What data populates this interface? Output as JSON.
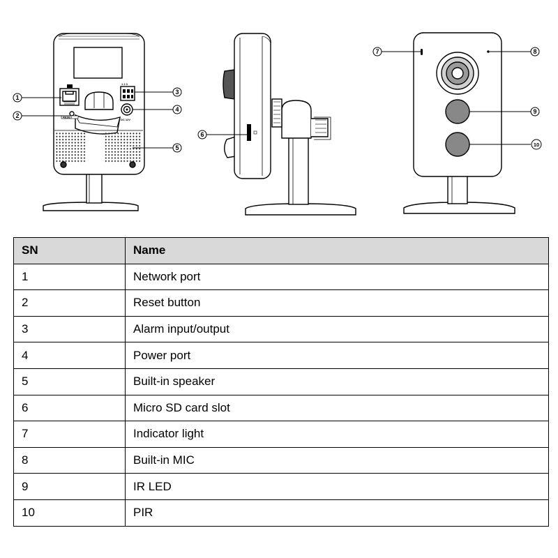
{
  "figure": {
    "callouts": [
      "1",
      "2",
      "3",
      "4",
      "5",
      "6",
      "7",
      "8",
      "9",
      "10"
    ],
    "device_labels": {
      "alarm_pins": "1 2 3",
      "reset": "RESET",
      "power": "DC 12V"
    }
  },
  "table": {
    "headers": [
      "SN",
      "Name"
    ],
    "rows": [
      [
        "1",
        "Network port"
      ],
      [
        "2",
        "Reset button"
      ],
      [
        "3",
        "Alarm input/output"
      ],
      [
        "4",
        "Power port"
      ],
      [
        "5",
        "Built-in speaker"
      ],
      [
        "6",
        "Micro SD card slot"
      ],
      [
        "7",
        "Indicator light"
      ],
      [
        "8",
        "Built-in MIC"
      ],
      [
        "9",
        "IR LED"
      ],
      [
        "10",
        "PIR"
      ]
    ]
  },
  "colors": {
    "line": "#000000",
    "header_bg": "#d9d9d9",
    "body_fill": "#ffffff",
    "shading": "#8c8c8c"
  }
}
